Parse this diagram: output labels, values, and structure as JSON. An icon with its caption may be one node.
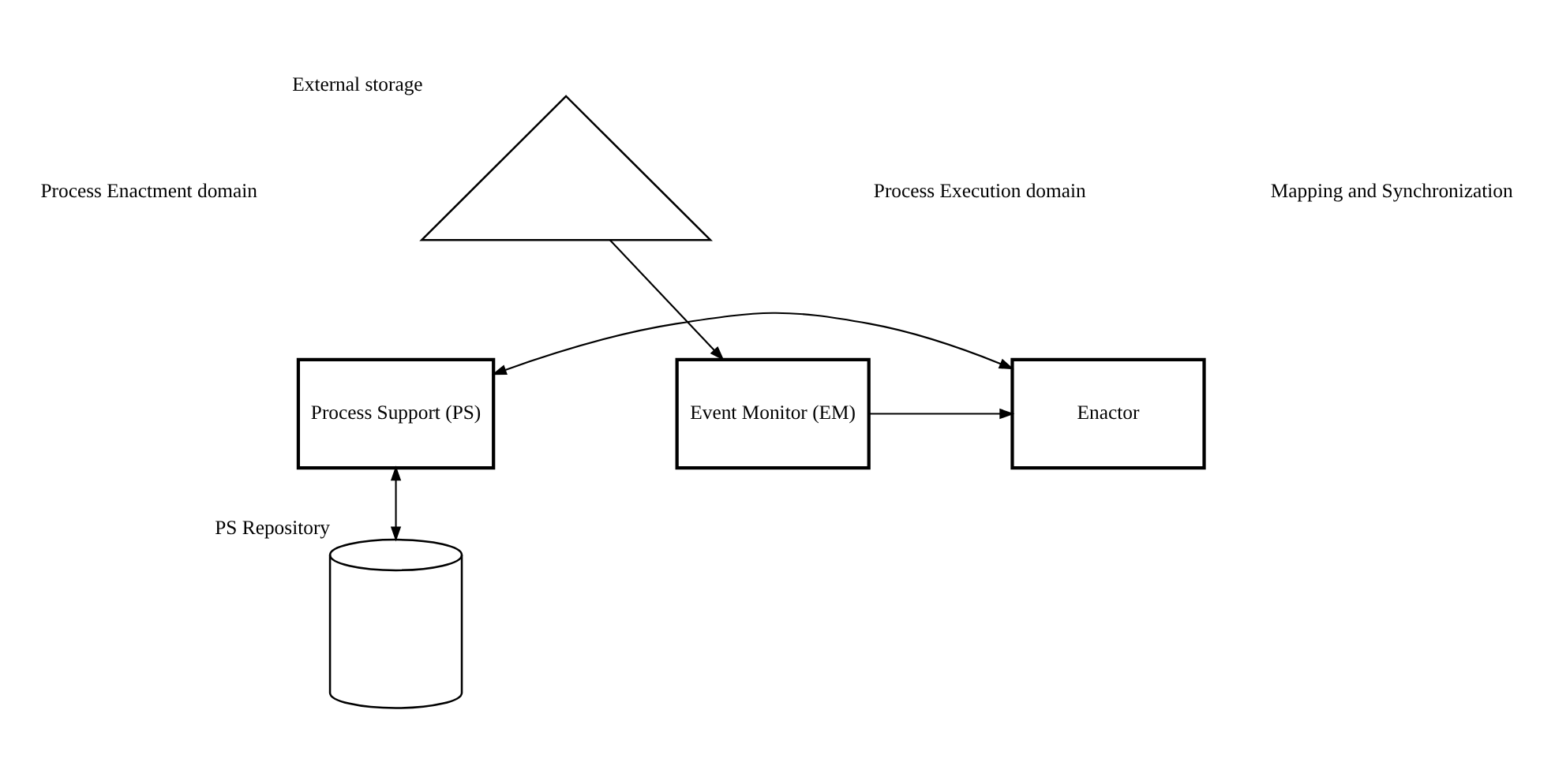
{
  "diagram": {
    "nodes": [
      {
        "text": [
          "Process Support (PS)"
        ]
      },
      {
        "text": [
          "Enactor"
        ]
      },
      {
        "text": [
          "Event Monitor (EM)"
        ]
      },
      {
        "text": [],
        "shape": "cylinder",
        "beside": [
          "PS Repository"
        ]
      },
      {
        "text": [],
        "shape": "triangle",
        "beside": [
          "External storage"
        ]
      }
    ],
    "edges": [
      {
        "from": 0,
        "to": 1,
        "arrow": "both"
      },
      {
        "from": 2,
        "to": 1,
        "arrow": "to"
      },
      {
        "from": 0,
        "to": 3,
        "arrow": "both"
      },
      {
        "from": 4,
        "to": 2,
        "arrow": "to"
      }
    ],
    "labels": [
      "Process Enactment domain",
      "Mapping and Synchronization",
      "Process Execution domain"
    ]
  }
}
